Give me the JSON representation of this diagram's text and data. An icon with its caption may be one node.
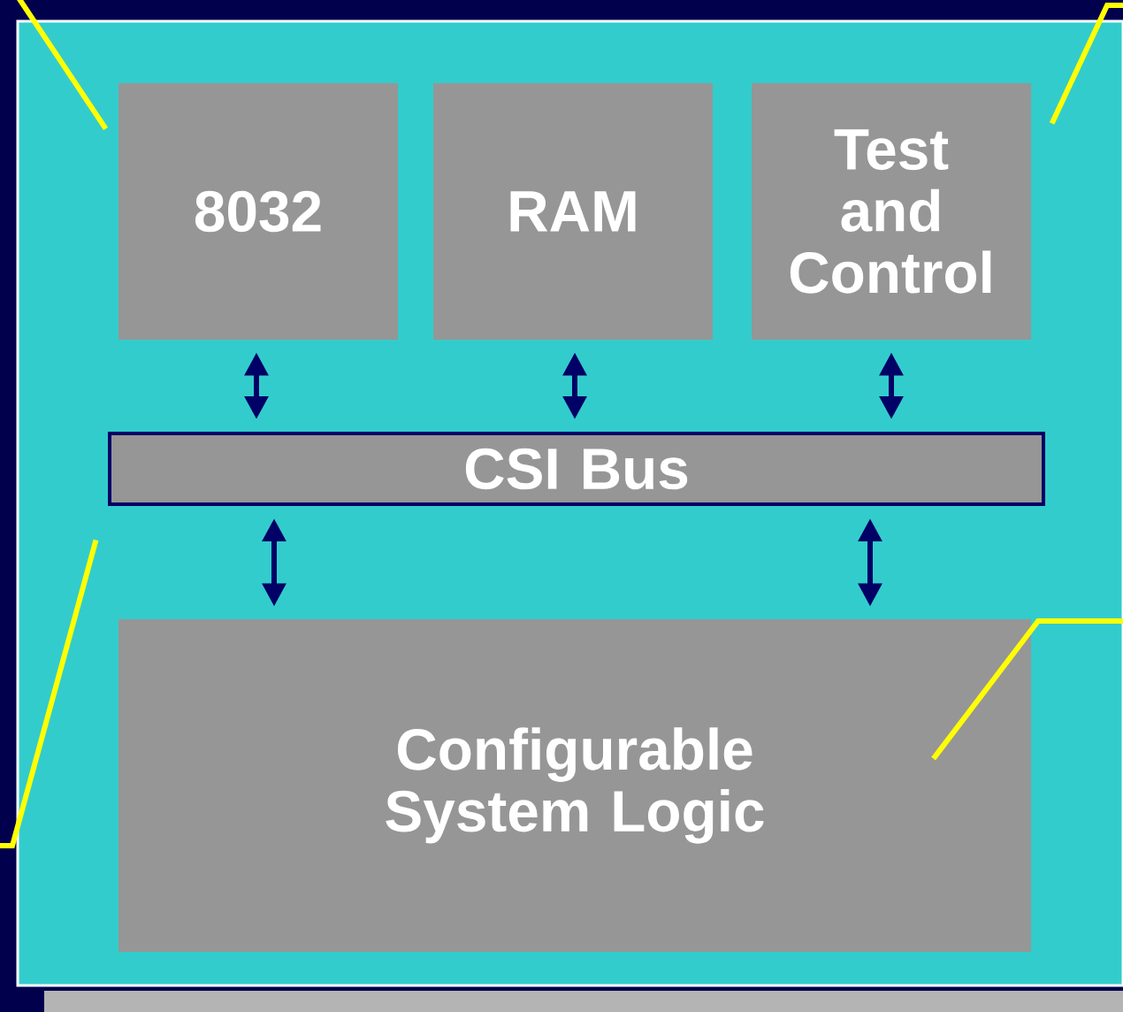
{
  "diagram": {
    "nodes": [
      {
        "text": [],
        "shape": "box"
      },
      {
        "text": [
          "8032"
        ],
        "in": 0
      },
      {
        "text": [
          "RAM"
        ],
        "in": 0
      },
      {
        "text": [
          "Test and Control"
        ],
        "in": 0
      },
      {
        "text": [
          "CSI Bus"
        ],
        "in": 0
      },
      {
        "text": [
          "Configurable System Logic"
        ],
        "in": 0
      }
    ],
    "edges": [
      {
        "from": 1,
        "to": 4,
        "arrow": "both"
      },
      {
        "from": 2,
        "to": 4,
        "arrow": "both"
      },
      {
        "from": 3,
        "to": 4,
        "arrow": "both"
      },
      {
        "from": 4,
        "to": 5,
        "arrow": "both"
      },
      {
        "from": 4,
        "to": 5,
        "arrow": "both"
      },
      {
        "from": null,
        "to": 1,
        "arrow": "none",
        "color": "#ffff00"
      },
      {
        "from": null,
        "to": 3,
        "arrow": "none",
        "color": "#ffff00"
      },
      {
        "from": null,
        "to": 0,
        "arrow": "none",
        "color": "#ffff00"
      },
      {
        "from": null,
        "to": 5,
        "arrow": "none",
        "color": "#ffff00"
      }
    ]
  }
}
